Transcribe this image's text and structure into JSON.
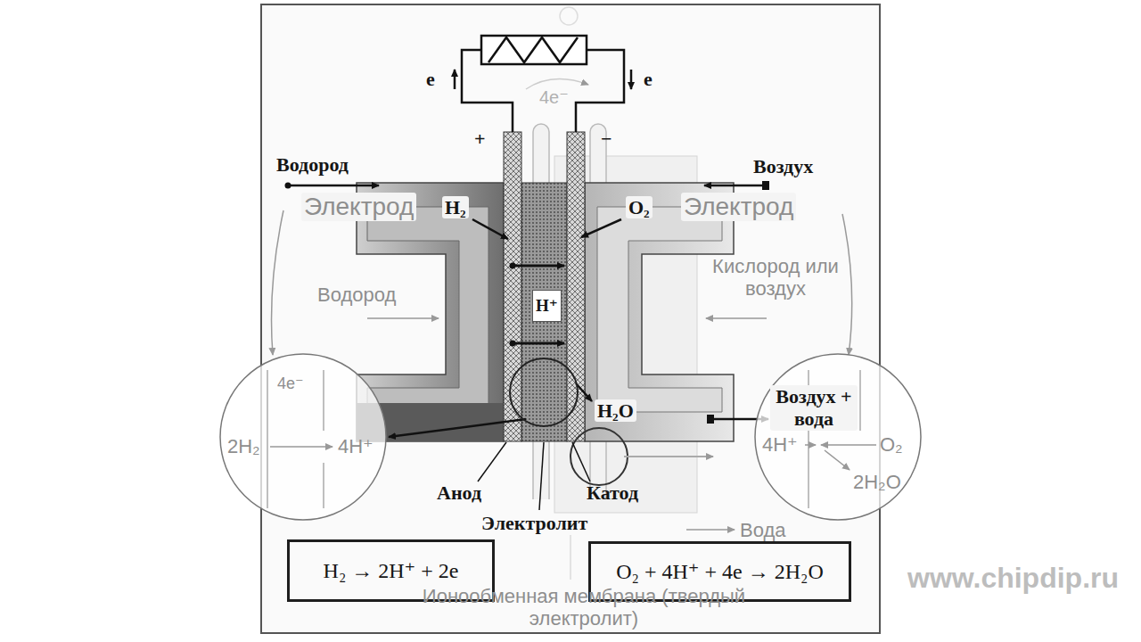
{
  "diagram": {
    "nodes": [
      {
        "text": [
          "H⁺"
        ]
      },
      {
        "text": [
          "4e⁻",
          "2H₂",
          "4H⁺"
        ]
      },
      {
        "text": [
          "4H⁺",
          "O₂",
          "2H₂O"
        ]
      },
      {
        "text": [
          "H₂ → 2H⁺ + 2e"
        ]
      },
      {
        "text": [
          "O₂ + 4H⁺ + 4e → 2H₂O"
        ]
      }
    ],
    "labels": [
      "e",
      "e",
      "4e⁻",
      "+",
      "−",
      "Водород",
      "Воздух",
      "Электрод",
      "H₂",
      "O₂",
      "Электрод",
      "Кислород или воздух",
      "Водород",
      "H₂O",
      "Воздух + вода",
      "Анод",
      "Катод",
      "Электролит",
      "Вода",
      "Ионообменная мембрана (твердый электролит)",
      "www.chipdip.ru"
    ]
  }
}
